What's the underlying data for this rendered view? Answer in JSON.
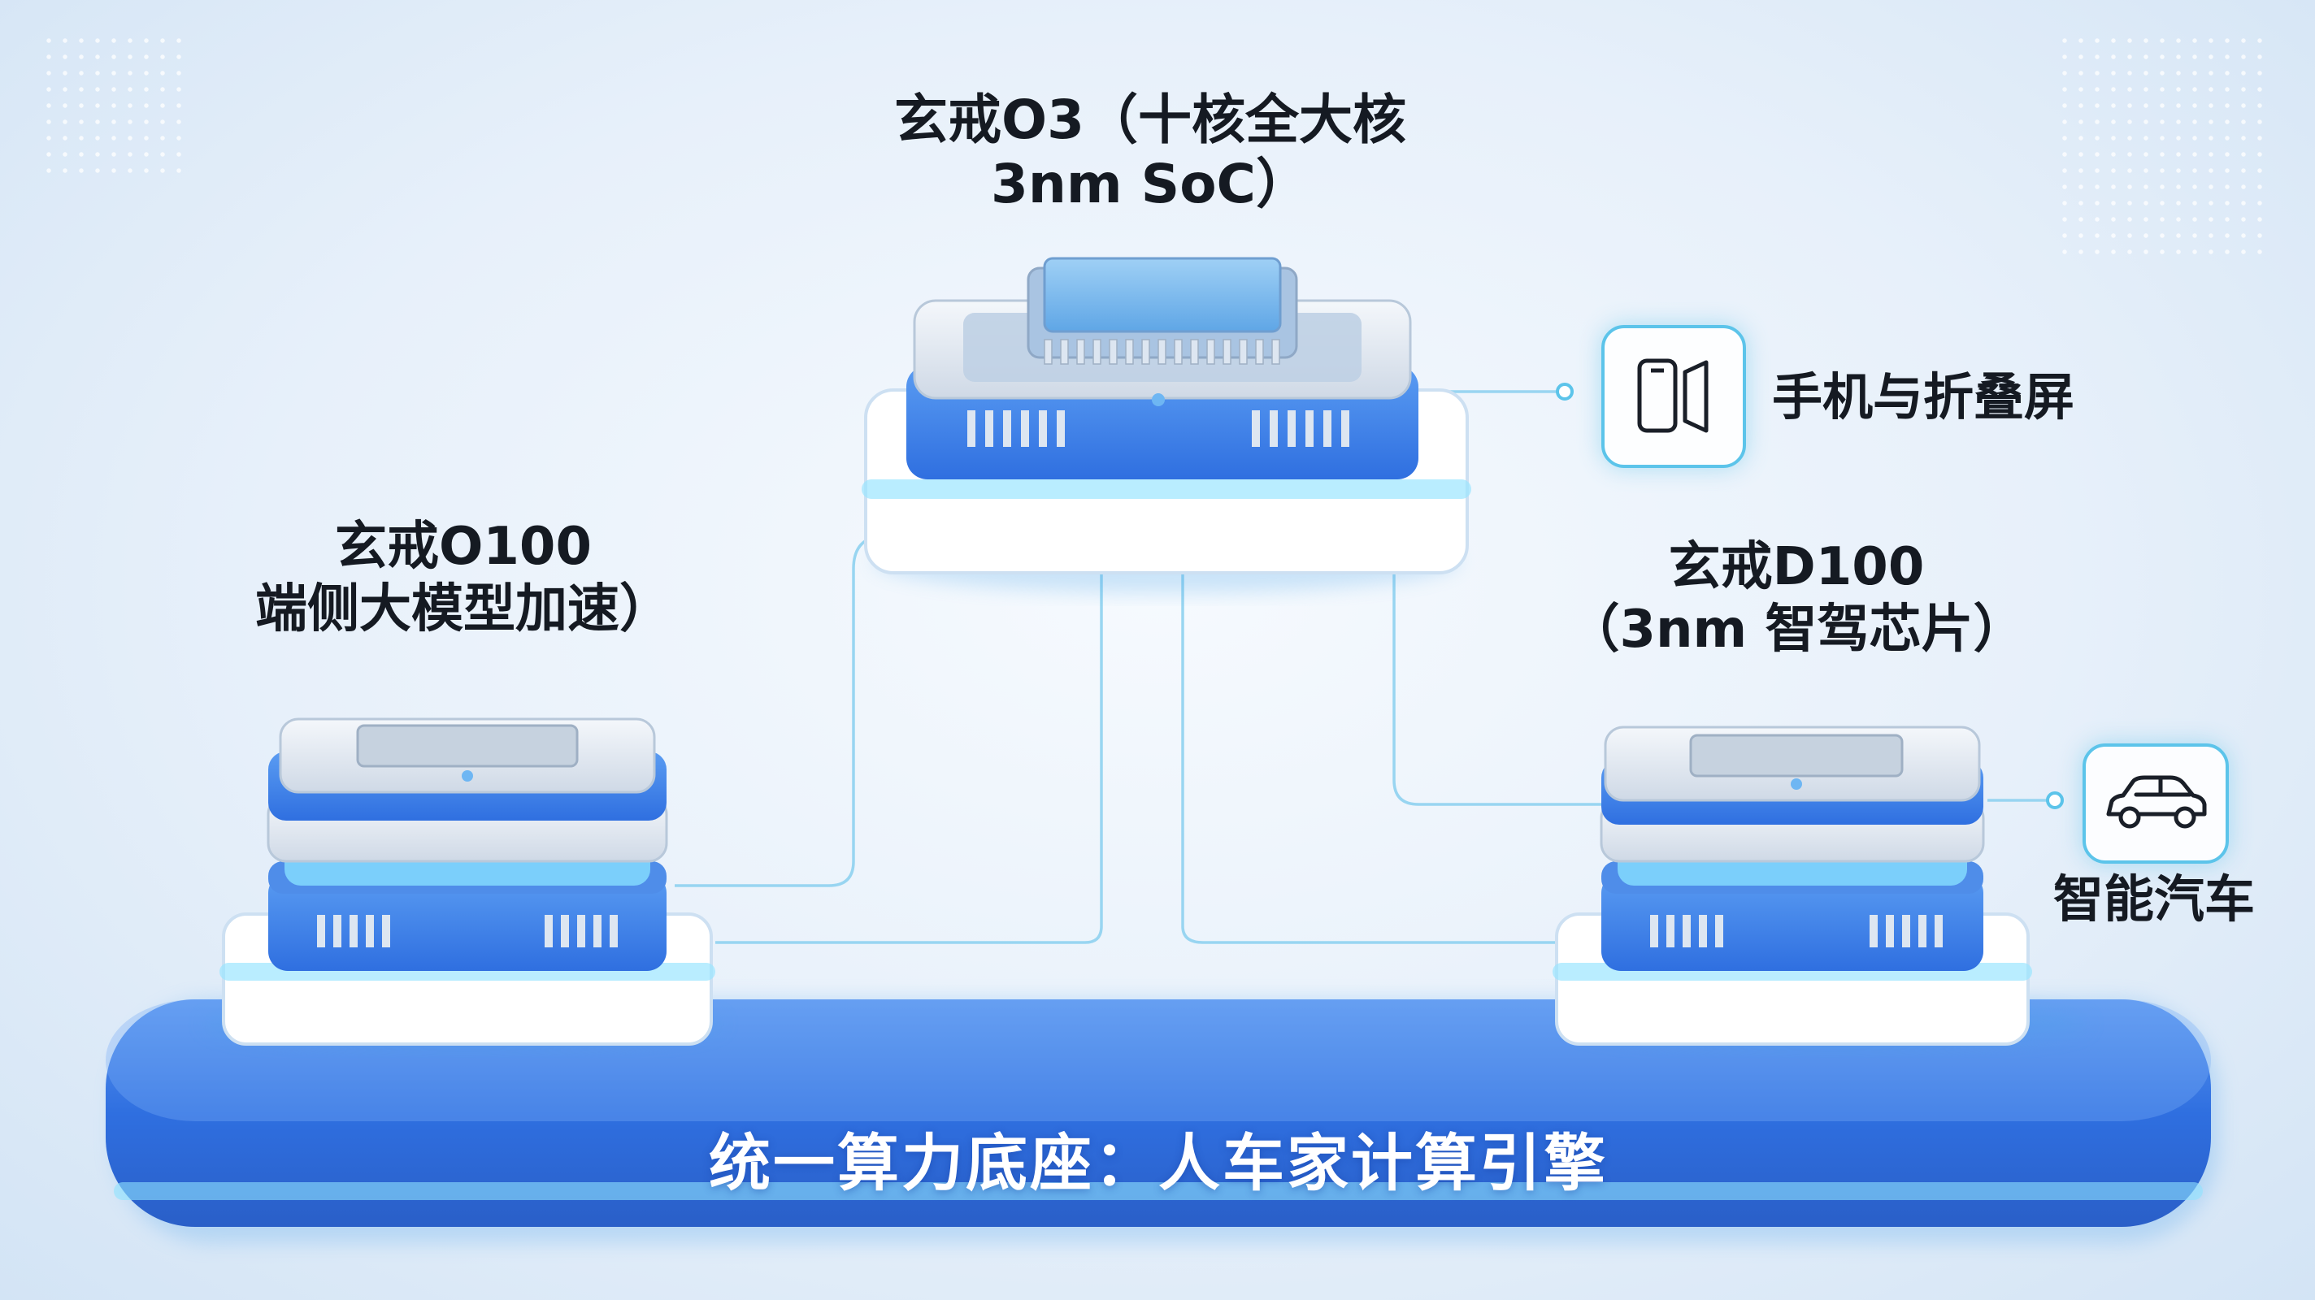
{
  "chips": {
    "o3": {
      "name": "玄戒O3（十核全大核",
      "detail": "3nm SoC）"
    },
    "o100": {
      "name": "玄戒O100",
      "detail": "端侧大模型加速）"
    },
    "d100": {
      "name": "玄戒D100",
      "detail": "（3nm 智驾芯片）"
    }
  },
  "applications": {
    "phone": {
      "label": "手机与折叠屏",
      "icon": "phone-foldable-icon"
    },
    "car": {
      "label": "智能汽车",
      "icon": "car-icon"
    }
  },
  "base": {
    "label": "统一算力底座：人车家计算引擎"
  },
  "colors": {
    "accent_blue": "#2f6fe0",
    "connector_cyan": "#5cc4ea",
    "text_dark": "#151a22"
  }
}
